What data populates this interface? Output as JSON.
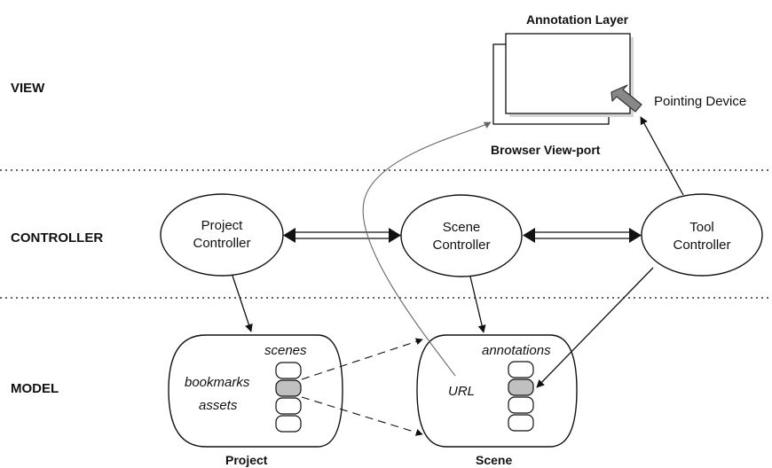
{
  "layers": {
    "view": "VIEW",
    "controller": "CONTROLLER",
    "model": "MODEL"
  },
  "view": {
    "annotation_layer": "Annotation Layer",
    "browser_viewport": "Browser View-port",
    "pointing_device": "Pointing Device"
  },
  "controllers": {
    "project": [
      "Project",
      "Controller"
    ],
    "scene": [
      "Scene",
      "Controller"
    ],
    "tool": [
      "Tool",
      "Controller"
    ]
  },
  "model": {
    "project": {
      "title": "Project",
      "scenes": "scenes",
      "bookmarks": "bookmarks",
      "assets": "assets"
    },
    "scene": {
      "title": "Scene",
      "annotations": "annotations",
      "url": "URL"
    }
  },
  "colors": {
    "stroke": "#111111",
    "highlight_slot": "#c0c0c0",
    "pointer": "#888888",
    "paper_shadow": "#dddddd",
    "faint_line": "#777777"
  }
}
